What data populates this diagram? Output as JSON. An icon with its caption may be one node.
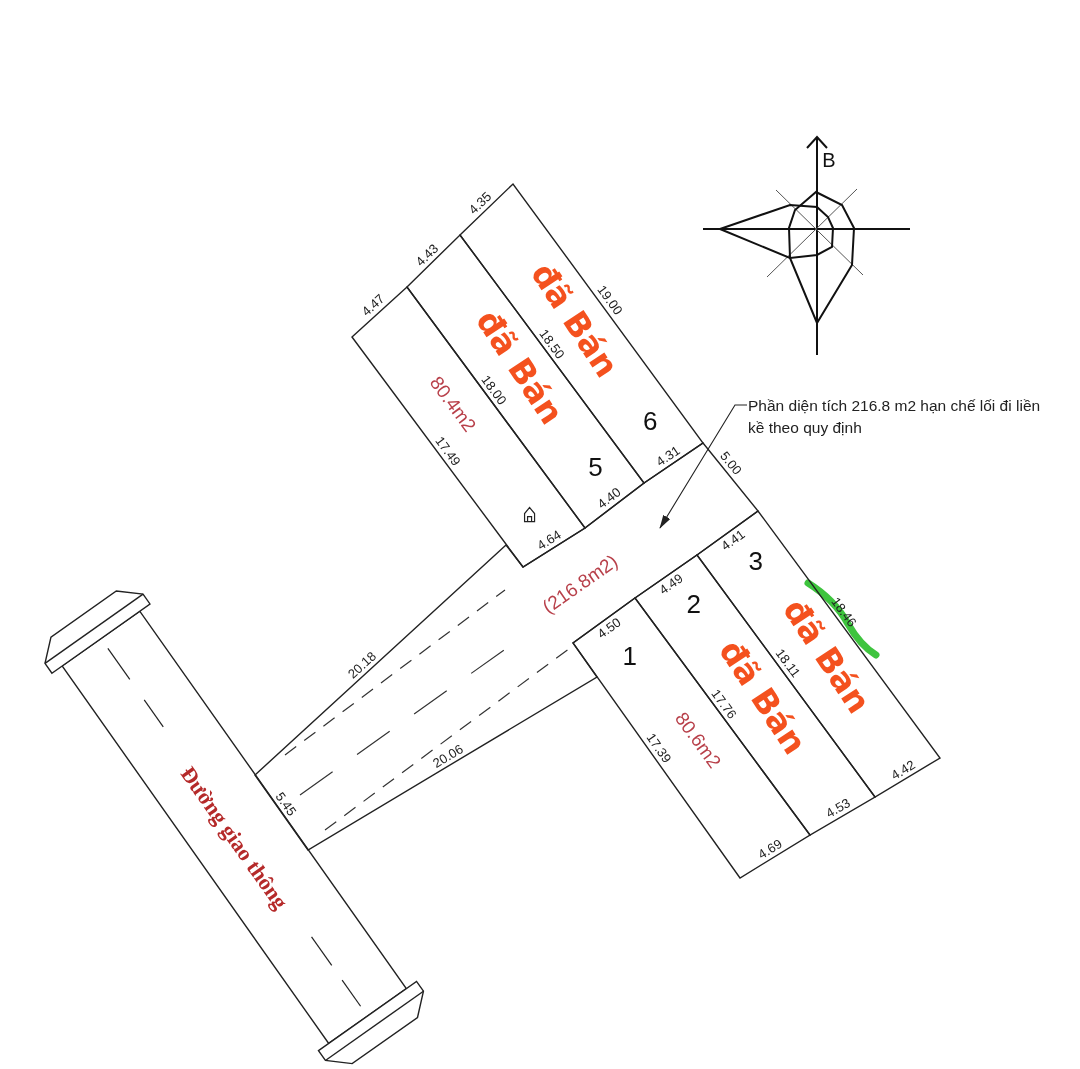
{
  "diagram": {
    "nodes": [
      {
        "text": [
          "80.4m2"
        ]
      },
      {
        "text": [
          "đã Bán",
          "5"
        ]
      },
      {
        "text": [
          "đã Bán",
          "6"
        ]
      },
      {
        "text": [
          "(216.8m2)"
        ]
      },
      {
        "text": [
          "1",
          "80.6m2"
        ]
      },
      {
        "text": [
          "2",
          "đã Bán"
        ]
      },
      {
        "text": [
          "3",
          "đã Bán"
        ]
      },
      {
        "text": [
          "Đường giao thông"
        ]
      },
      {
        "text": [
          "Phần diện tích 216.8 m2 hạn chế lối đi liền kề theo quy định"
        ]
      }
    ],
    "edges": [
      {
        "from": 8,
        "to": 3,
        "arrow": "to"
      }
    ],
    "labels": [
      "B",
      "4.47",
      "4.43",
      "4.35",
      "19.00",
      "18.50",
      "18.00",
      "17.49",
      "4.31",
      "4.40",
      "4.64",
      "5.00",
      "4.41",
      "4.49",
      "4.50",
      "18.46",
      "18.11",
      "17.76",
      "17.39",
      "20.18",
      "20.06",
      "5.45",
      "4.42",
      "4.53",
      "4.69"
    ]
  }
}
